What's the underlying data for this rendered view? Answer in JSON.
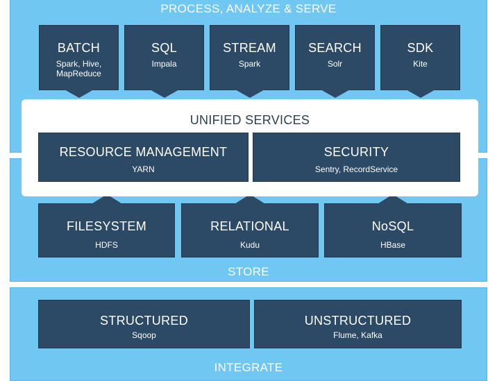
{
  "process": {
    "label": "PROCESS, ANALYZE & SERVE",
    "boxes": [
      {
        "title": "BATCH",
        "sub": "Spark, Hive,\nMapReduce"
      },
      {
        "title": "SQL",
        "sub": "Impala"
      },
      {
        "title": "STREAM",
        "sub": "Spark"
      },
      {
        "title": "SEARCH",
        "sub": "Solr"
      },
      {
        "title": "SDK",
        "sub": "Kite"
      }
    ]
  },
  "unified": {
    "title": "UNIFIED SERVICES",
    "boxes": [
      {
        "title": "RESOURCE MANAGEMENT",
        "sub": "YARN"
      },
      {
        "title": "SECURITY",
        "sub": "Sentry, RecordService"
      }
    ]
  },
  "store": {
    "label": "STORE",
    "boxes": [
      {
        "title": "FILESYSTEM",
        "sub": "HDFS"
      },
      {
        "title": "RELATIONAL",
        "sub": "Kudu"
      },
      {
        "title": "NoSQL",
        "sub": "HBase"
      }
    ]
  },
  "integrate": {
    "label": "INTEGRATE",
    "boxes": [
      {
        "title": "STRUCTURED",
        "sub": "Sqoop"
      },
      {
        "title": "UNSTRUCTURED",
        "sub": "Flume, Kafka"
      }
    ]
  },
  "colors": {
    "band": "#6fc7f2",
    "box": "#2c4a66",
    "panel": "#ffffff"
  }
}
